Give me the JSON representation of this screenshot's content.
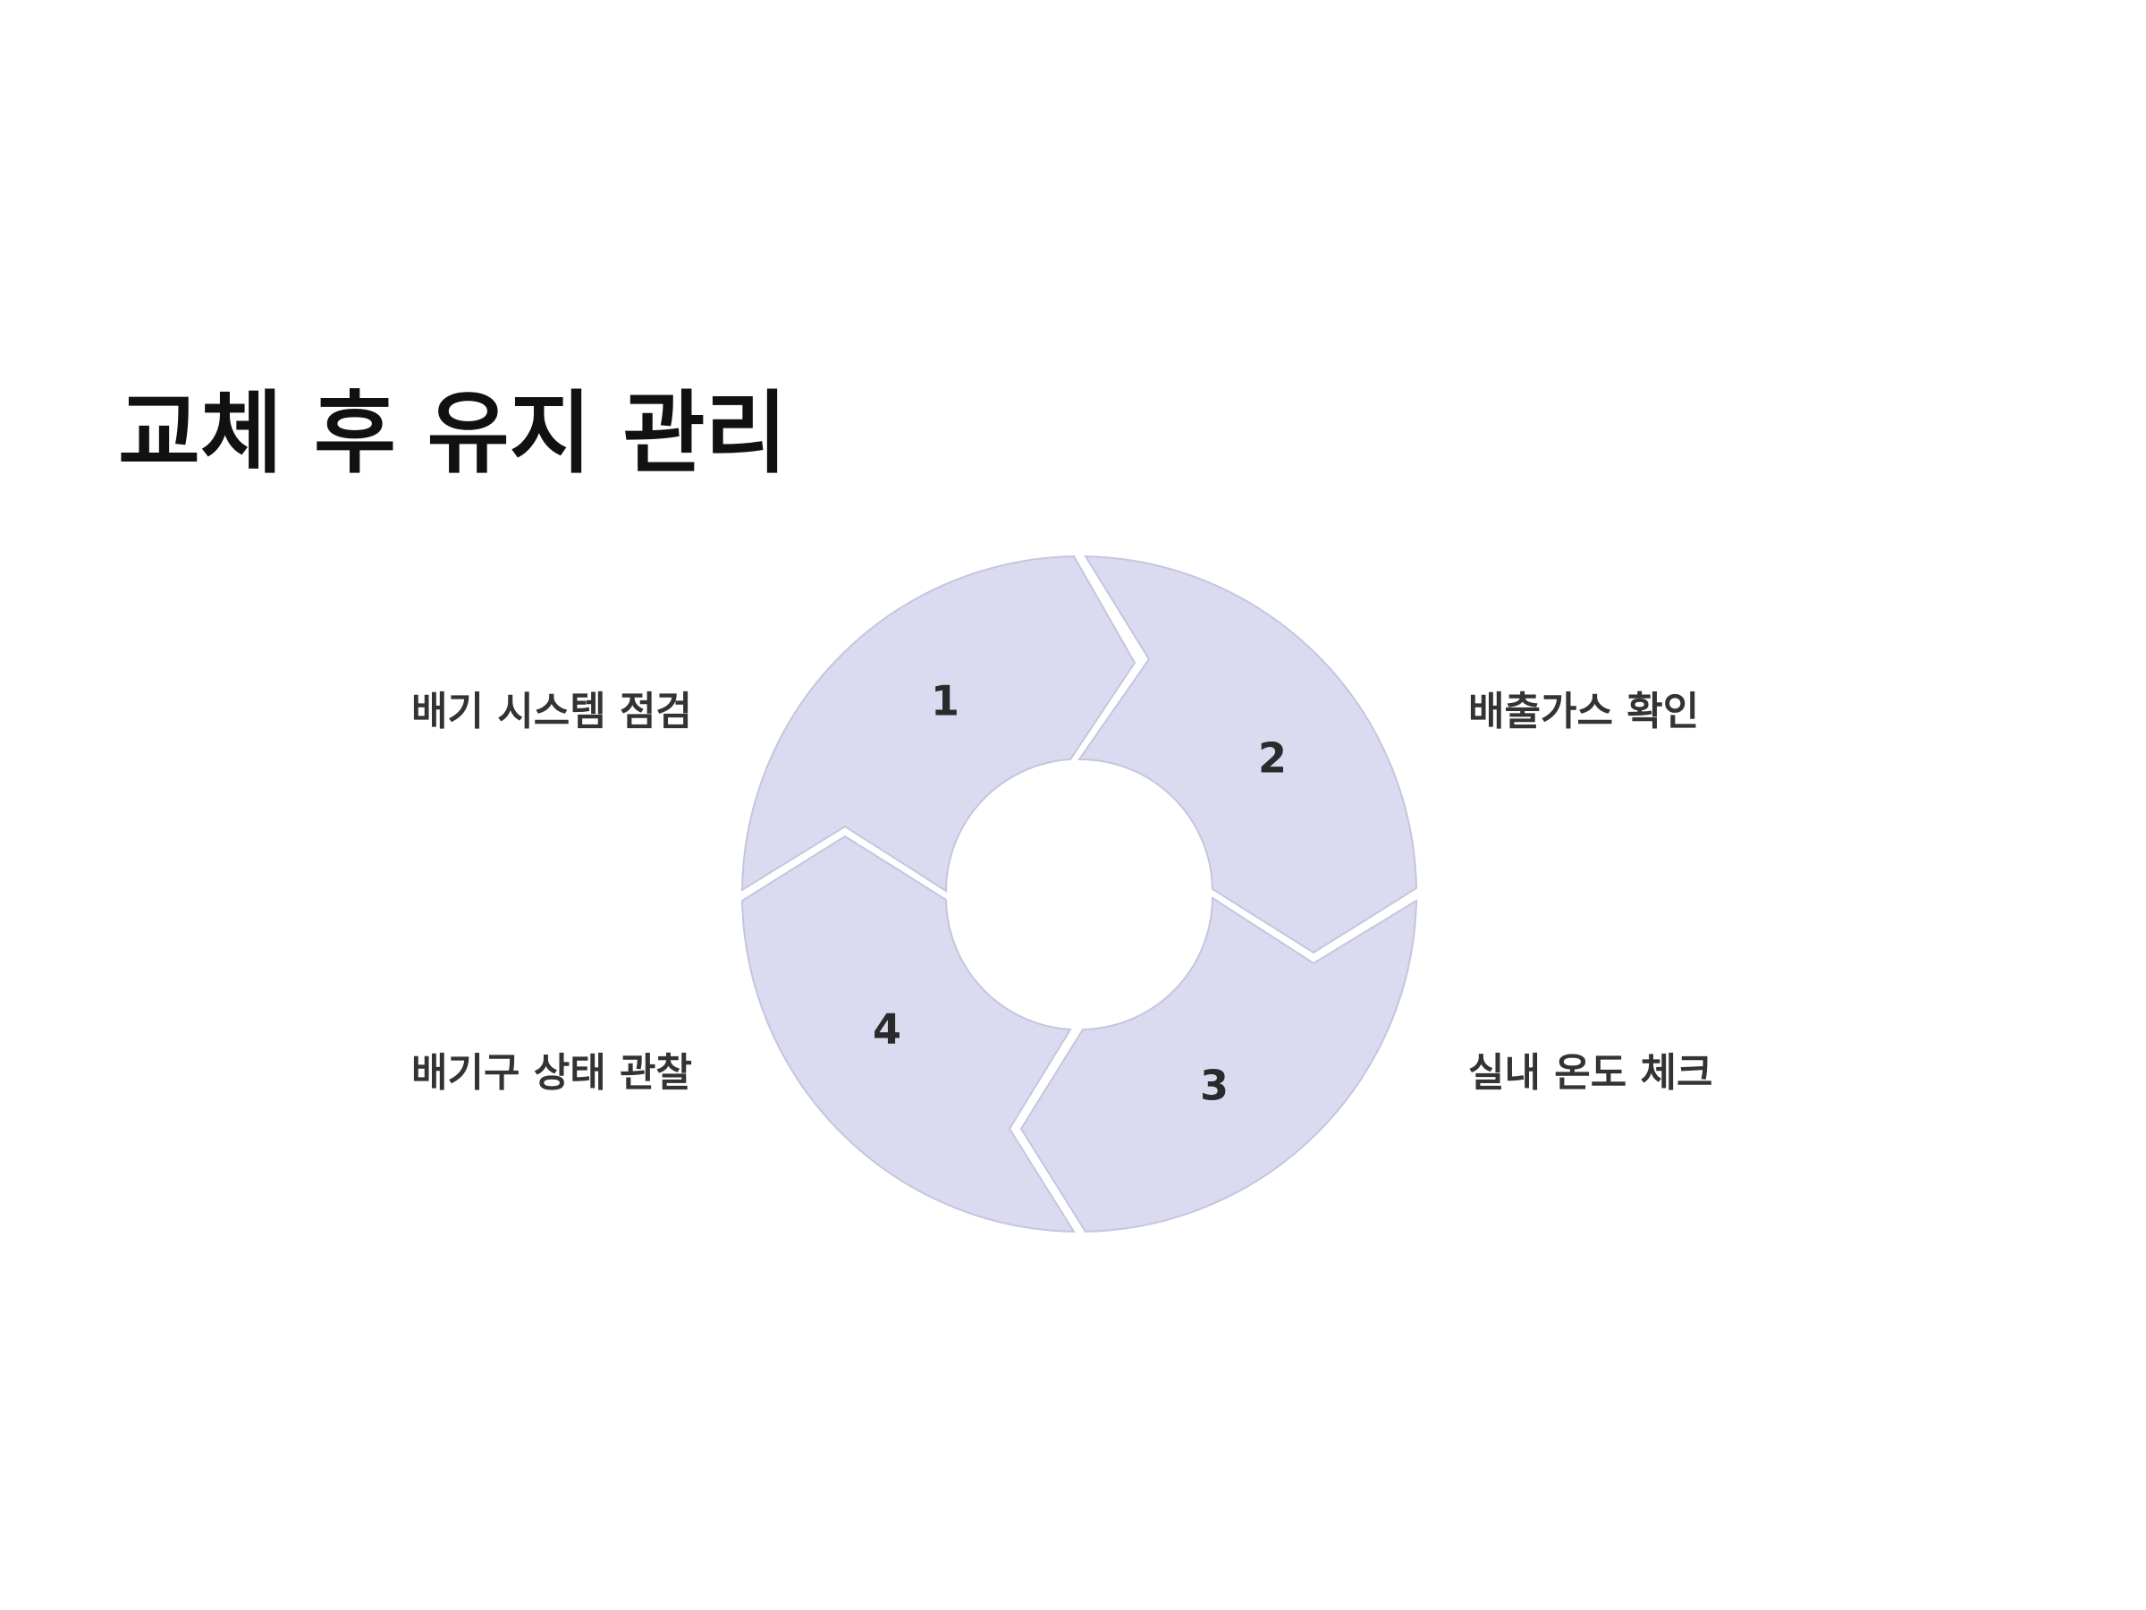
{
  "title": "교체 후 유지 관리",
  "colors": {
    "segment_fill": "#dadaf0",
    "segment_stroke": "#c5c5de",
    "text": "#333333"
  },
  "steps": [
    {
      "number": "1",
      "label": "배기 시스템 점검"
    },
    {
      "number": "2",
      "label": "배출가스 확인"
    },
    {
      "number": "3",
      "label": "실내 온도 체크"
    },
    {
      "number": "4",
      "label": "배기구 상태 관찰"
    }
  ]
}
